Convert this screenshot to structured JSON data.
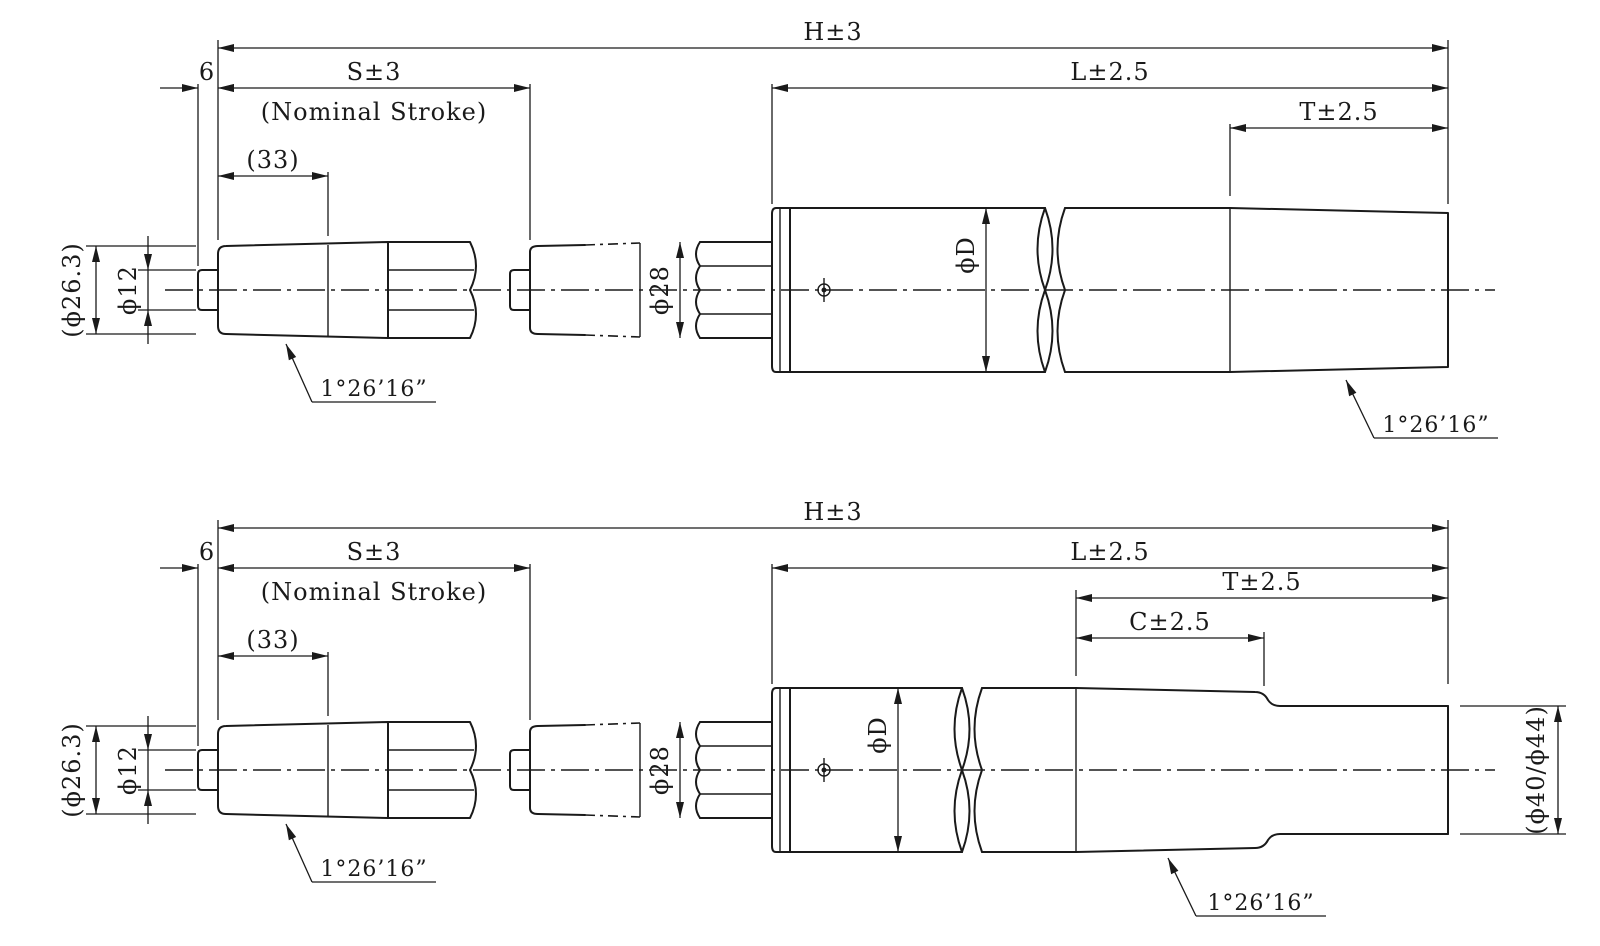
{
  "diagram": {
    "line_color": "#1a1a1a",
    "background": "#ffffff",
    "views": [
      {
        "id": "top",
        "labels": {
          "overall": "H±3",
          "offset": "6",
          "stroke": "S±3",
          "stroke_note": "(Nominal Stroke)",
          "rod_tip": "(33)",
          "body_length": "L±2.5",
          "taper_length": "T±2.5",
          "outer_dia": "(ϕ26.3)",
          "rod_dia": "ϕ12",
          "mid_dia": "ϕ28",
          "body_dia": "ϕD",
          "taper_angle_rod": "1°26’16”",
          "taper_angle_body": "1°26’16”"
        }
      },
      {
        "id": "bottom",
        "labels": {
          "overall": "H±3",
          "offset": "6",
          "stroke": "S±3",
          "stroke_note": "(Nominal Stroke)",
          "rod_tip": "(33)",
          "body_length": "L±2.5",
          "taper_length": "T±2.5",
          "step_length": "C±2.5",
          "outer_dia": "(ϕ26.3)",
          "rod_dia": "ϕ12",
          "mid_dia": "ϕ28",
          "body_dia": "ϕD",
          "end_dia": "(ϕ40/ϕ44)",
          "taper_angle_rod": "1°26’16”",
          "taper_angle_body": "1°26’16”"
        }
      }
    ]
  }
}
